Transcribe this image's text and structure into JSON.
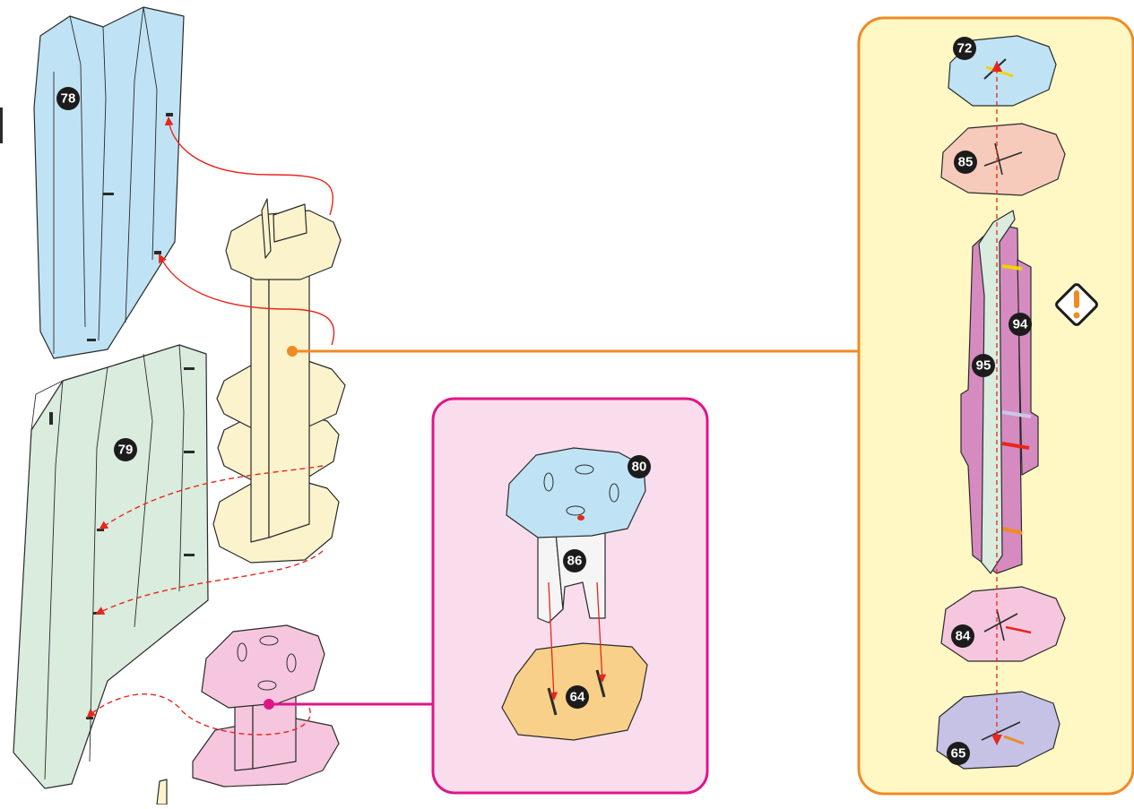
{
  "colors": {
    "blue_panel": "#bfe3f5",
    "green_panel": "#d9ecde",
    "cream": "#fbf3cc",
    "pink_part": "#f6c6de",
    "pink_inset_bg": "#f9dded",
    "pink_inset_border": "#e0158a",
    "orange_inset_bg": "#fff8c4",
    "orange_inset_border": "#f08a24",
    "red_arrow": "#e8261c",
    "badge": "#1c1c1c"
  },
  "parts": {
    "p78": "78",
    "p79": "79",
    "p80": "80",
    "p86": "86",
    "p64": "64",
    "p72": "72",
    "p85": "85",
    "p94": "94",
    "p95": "95",
    "p84": "84",
    "p65": "65"
  },
  "icons": {
    "warning": "warning-diamond-icon"
  }
}
